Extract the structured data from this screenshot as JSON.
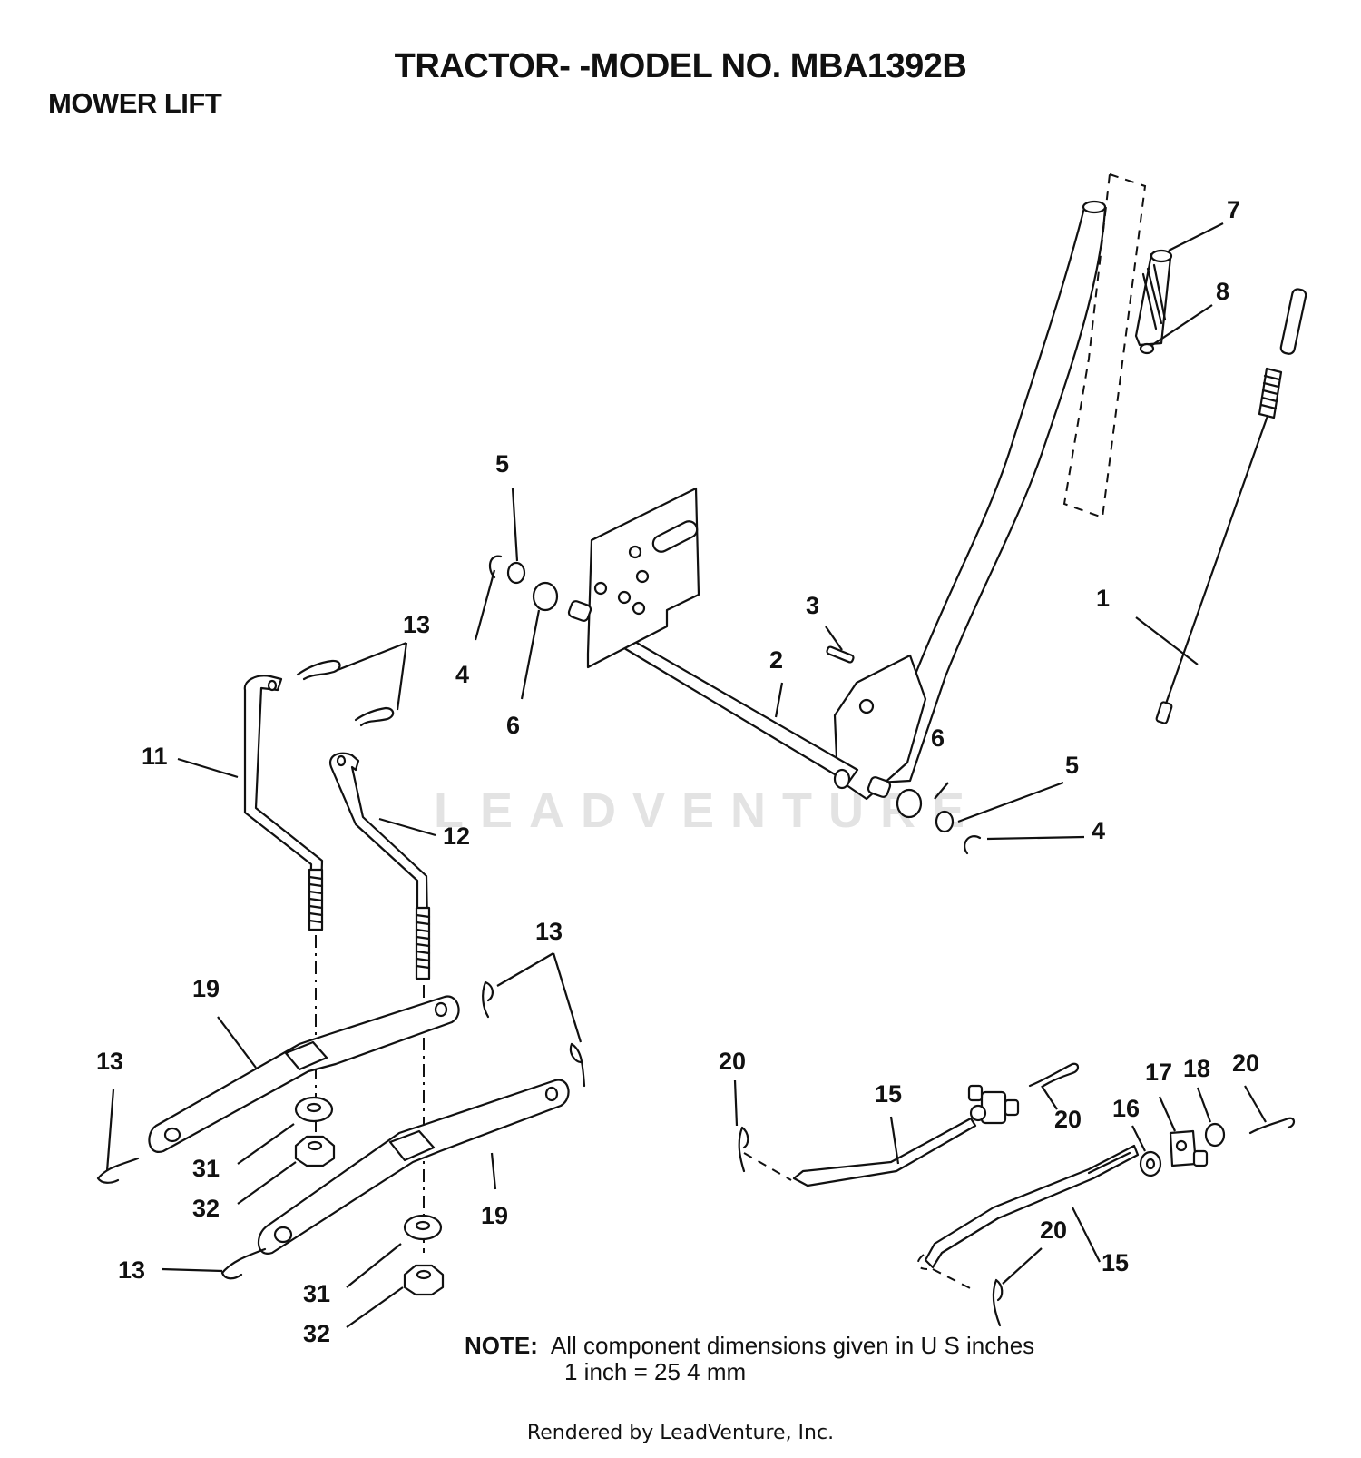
{
  "title": "TRACTOR- -MODEL NO. MBA1392B",
  "section": "MOWER LIFT",
  "callouts": {
    "c1": "1",
    "c2": "2",
    "c3": "3",
    "c4a": "4",
    "c4b": "4",
    "c5a": "5",
    "c5b": "5",
    "c6a": "6",
    "c6b": "6",
    "c7": "7",
    "c8": "8",
    "c11": "11",
    "c12": "12",
    "c13a": "13",
    "c13b": "13",
    "c13c": "13",
    "c13d": "13",
    "c15a": "15",
    "c15b": "15",
    "c16": "16",
    "c17": "17",
    "c18": "18",
    "c19a": "19",
    "c19b": "19",
    "c20a": "20",
    "c20b": "20",
    "c20c": "20",
    "c20d": "20",
    "c31a": "31",
    "c31b": "31",
    "c32a": "32",
    "c32b": "32"
  },
  "note": {
    "label": "NOTE:",
    "line1": "All component dimensions given in U S  inches",
    "line2": "1 inch = 25 4 mm"
  },
  "watermark": "LEADVENTURE",
  "footer": "Rendered by LeadVenture, Inc."
}
